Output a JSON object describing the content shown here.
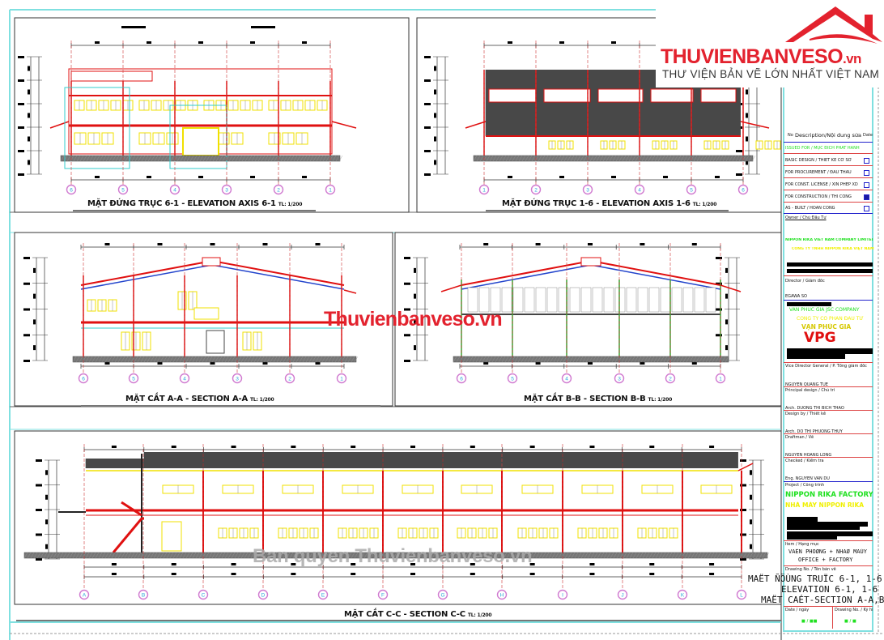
{
  "logo": {
    "name": "THUVIENBANVESO",
    "tld": ".vn",
    "tagline": "THƯ VIỆN BẢN VẼ LỚN NHẤT VIỆT NAM"
  },
  "watermarks": {
    "center": "Thuvienbanveso.vn",
    "bottom": "Ban quyen Thuvienbanveso.vn"
  },
  "panels": {
    "elev61": {
      "title": "MẶT ĐỨNG TRỤC 6-1 - ELEVATION AXIS 6-1",
      "scale": "TL: 1/200",
      "axes": [
        "6",
        "5",
        "4",
        "3",
        "2",
        "1"
      ]
    },
    "elev16": {
      "title": "MẶT ĐỨNG TRỤC 1-6 - ELEVATION AXIS 1-6",
      "scale": "TL: 1/200",
      "axes": [
        "1",
        "2",
        "3",
        "4",
        "5",
        "6"
      ]
    },
    "secAA": {
      "title": "MẶT CẮT A-A  - SECTION A-A",
      "scale": "TL: 1/200",
      "axes": [
        "6",
        "5",
        "4",
        "3",
        "2",
        "1"
      ]
    },
    "secBB": {
      "title": "MẶT CẮT B-B  - SECTION B-B",
      "scale": "TL: 1/200",
      "axes": [
        "6",
        "5",
        "4",
        "3",
        "2",
        "1"
      ]
    },
    "secCC": {
      "title": "MẶT CẮT C-C  - SECTION C-C",
      "scale": "TL: 1/200",
      "axes": [
        "A",
        "B",
        "C",
        "D",
        "E",
        "F",
        "G",
        "H",
        "I",
        "J",
        "K",
        "L"
      ]
    }
  },
  "title_block": {
    "revision_header": {
      "no": "No",
      "description": "Description/Nội dung sửa",
      "date": "Date"
    },
    "issued_for": "ISSUED FOR / MỤC ĐÍCH PHÁT HÀNH",
    "issue_options": [
      {
        "label": "BASIC DESIGN / THIẾT KẾ CƠ SỞ",
        "checked": false
      },
      {
        "label": "FOR PROCUREMENT / ĐẤU THẦU",
        "checked": false
      },
      {
        "label": "FOR CONST. LICENSE / XIN PHÉP XD",
        "checked": false
      },
      {
        "label": "FOR CONSTRUCTION / THI CÔNG",
        "checked": true
      },
      {
        "label": "AS - BUILT / HOÀN CÔNG",
        "checked": false
      }
    ],
    "owner_label": "Owner / Chủ Đầu Tư",
    "owner_en": "NIPPON RIKA VIET NAM COMPANY LIMITED",
    "owner_vn": "CÔNG TY TNHH NIPPON RIKA VIỆT NAM",
    "director_label": "Director / Giám đốc",
    "director_name": "EGAWA SO",
    "consultant_en": "VAN PHUC GIA JSC COMPANY",
    "consultant_vn1": "CÔNG TY CỔ PHẦN ĐẦU TƯ",
    "consultant_vn2": "VẠN PHÚC GIA",
    "consultant_logo": "VPG",
    "vice_director_label": "Vice Director General / P. Tổng giám đốc",
    "vice_director_name": "NGUYEN QUANG TUE",
    "principal_label": "Principal design / Chủ trì",
    "principal_name": "Arch. DUONG THI BICH THAO",
    "design_label": "Design by / Thiết kế",
    "design_name": "Arch. DO THI PHUONG THUY",
    "drafted_label": "Draftman / Vẽ",
    "drafted_name": "NGUYEN HOANG LONG",
    "checked_label": "Checked / Kiểm tra",
    "checked_name": "Eng. NGUYEN VAN DU",
    "project_label": "Project / Công trình",
    "project_en": "NIPPON RIKA FACTORY",
    "project_vn": "NHÀ MÁY NIPPON RIKA",
    "item_label": "Item / Hạng mục",
    "item_vn": "VAÊN PHOØNG + NHAØ MAÙY",
    "item_en": "OFFICE + FACTORY",
    "drawing_name_label": "Drawing No. / Tên bản vẽ",
    "drawing_name_1": "MAËT ÑÖÙNG TRUÏC 6-1, 1-6",
    "drawing_name_2": "ELEVATION 6-1, 1-6",
    "drawing_name_3": "MAËT CAÉT-SECTION A-A,B-B,C-C",
    "date_label": "Date / ngày",
    "date_value": "■ / ■■",
    "drawing_no_label": "Drawing No. / Ký hiệu",
    "drawing_no_value": "■ / ■"
  },
  "colors": {
    "frame": "#7fe0e0",
    "logo_red": "#e3222e",
    "structure": "#e01010",
    "window": "#f0e000",
    "roof": "#444444"
  }
}
